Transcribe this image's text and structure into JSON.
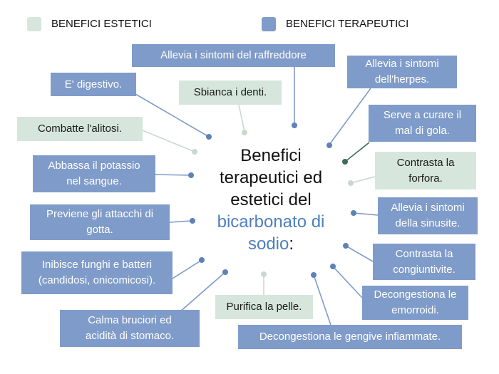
{
  "legend": {
    "estetici": {
      "label": "BENEFICI ESTETICI",
      "color": "#d6e6dc"
    },
    "terapeutici": {
      "label": "BENEFICI TERAPEUTICI",
      "color": "#7f9bc9"
    }
  },
  "center": {
    "line1": "Benefici",
    "line2": "terapeutici ed",
    "line3": "estetici del",
    "highlight1": "bicarbonato di",
    "highlight2": "sodio",
    "suffix": ":"
  },
  "boxes": {
    "raffreddore": "Allevia i sintomi del raffreddore",
    "herpes_1": "Allevia i sintomi",
    "herpes_2": "dell'herpes.",
    "digestivo": "E' digestivo.",
    "denti": "Sbianca i denti.",
    "gola_1": "Serve a curare il",
    "gola_2": "mal di gola.",
    "alitosi": "Combatte l'alitosi.",
    "forfora_1": "Contrasta la",
    "forfora_2": "forfora.",
    "potassio_1": "Abbassa il potassio",
    "potassio_2": "nel sangue.",
    "sinusite_1": "Allevia i sintomi",
    "sinusite_2": "della sinusite.",
    "gotta_1": "Previene gli attacchi di",
    "gotta_2": "gotta.",
    "congiuntivite_1": "Contrasta la",
    "congiuntivite_2": "congiuntivite.",
    "funghi_1": "Inibisce funghi e batteri",
    "funghi_2": "(candidosi, onicomicosi).",
    "emorroidi_1": "Decongestiona le",
    "emorroidi_2": "emorroidi.",
    "pelle": "Purifica la pelle.",
    "bruciori_1": "Calma bruciori ed",
    "bruciori_2": "acidità di stomaco.",
    "gengive": "Decongestiona le gengive infiammate."
  }
}
